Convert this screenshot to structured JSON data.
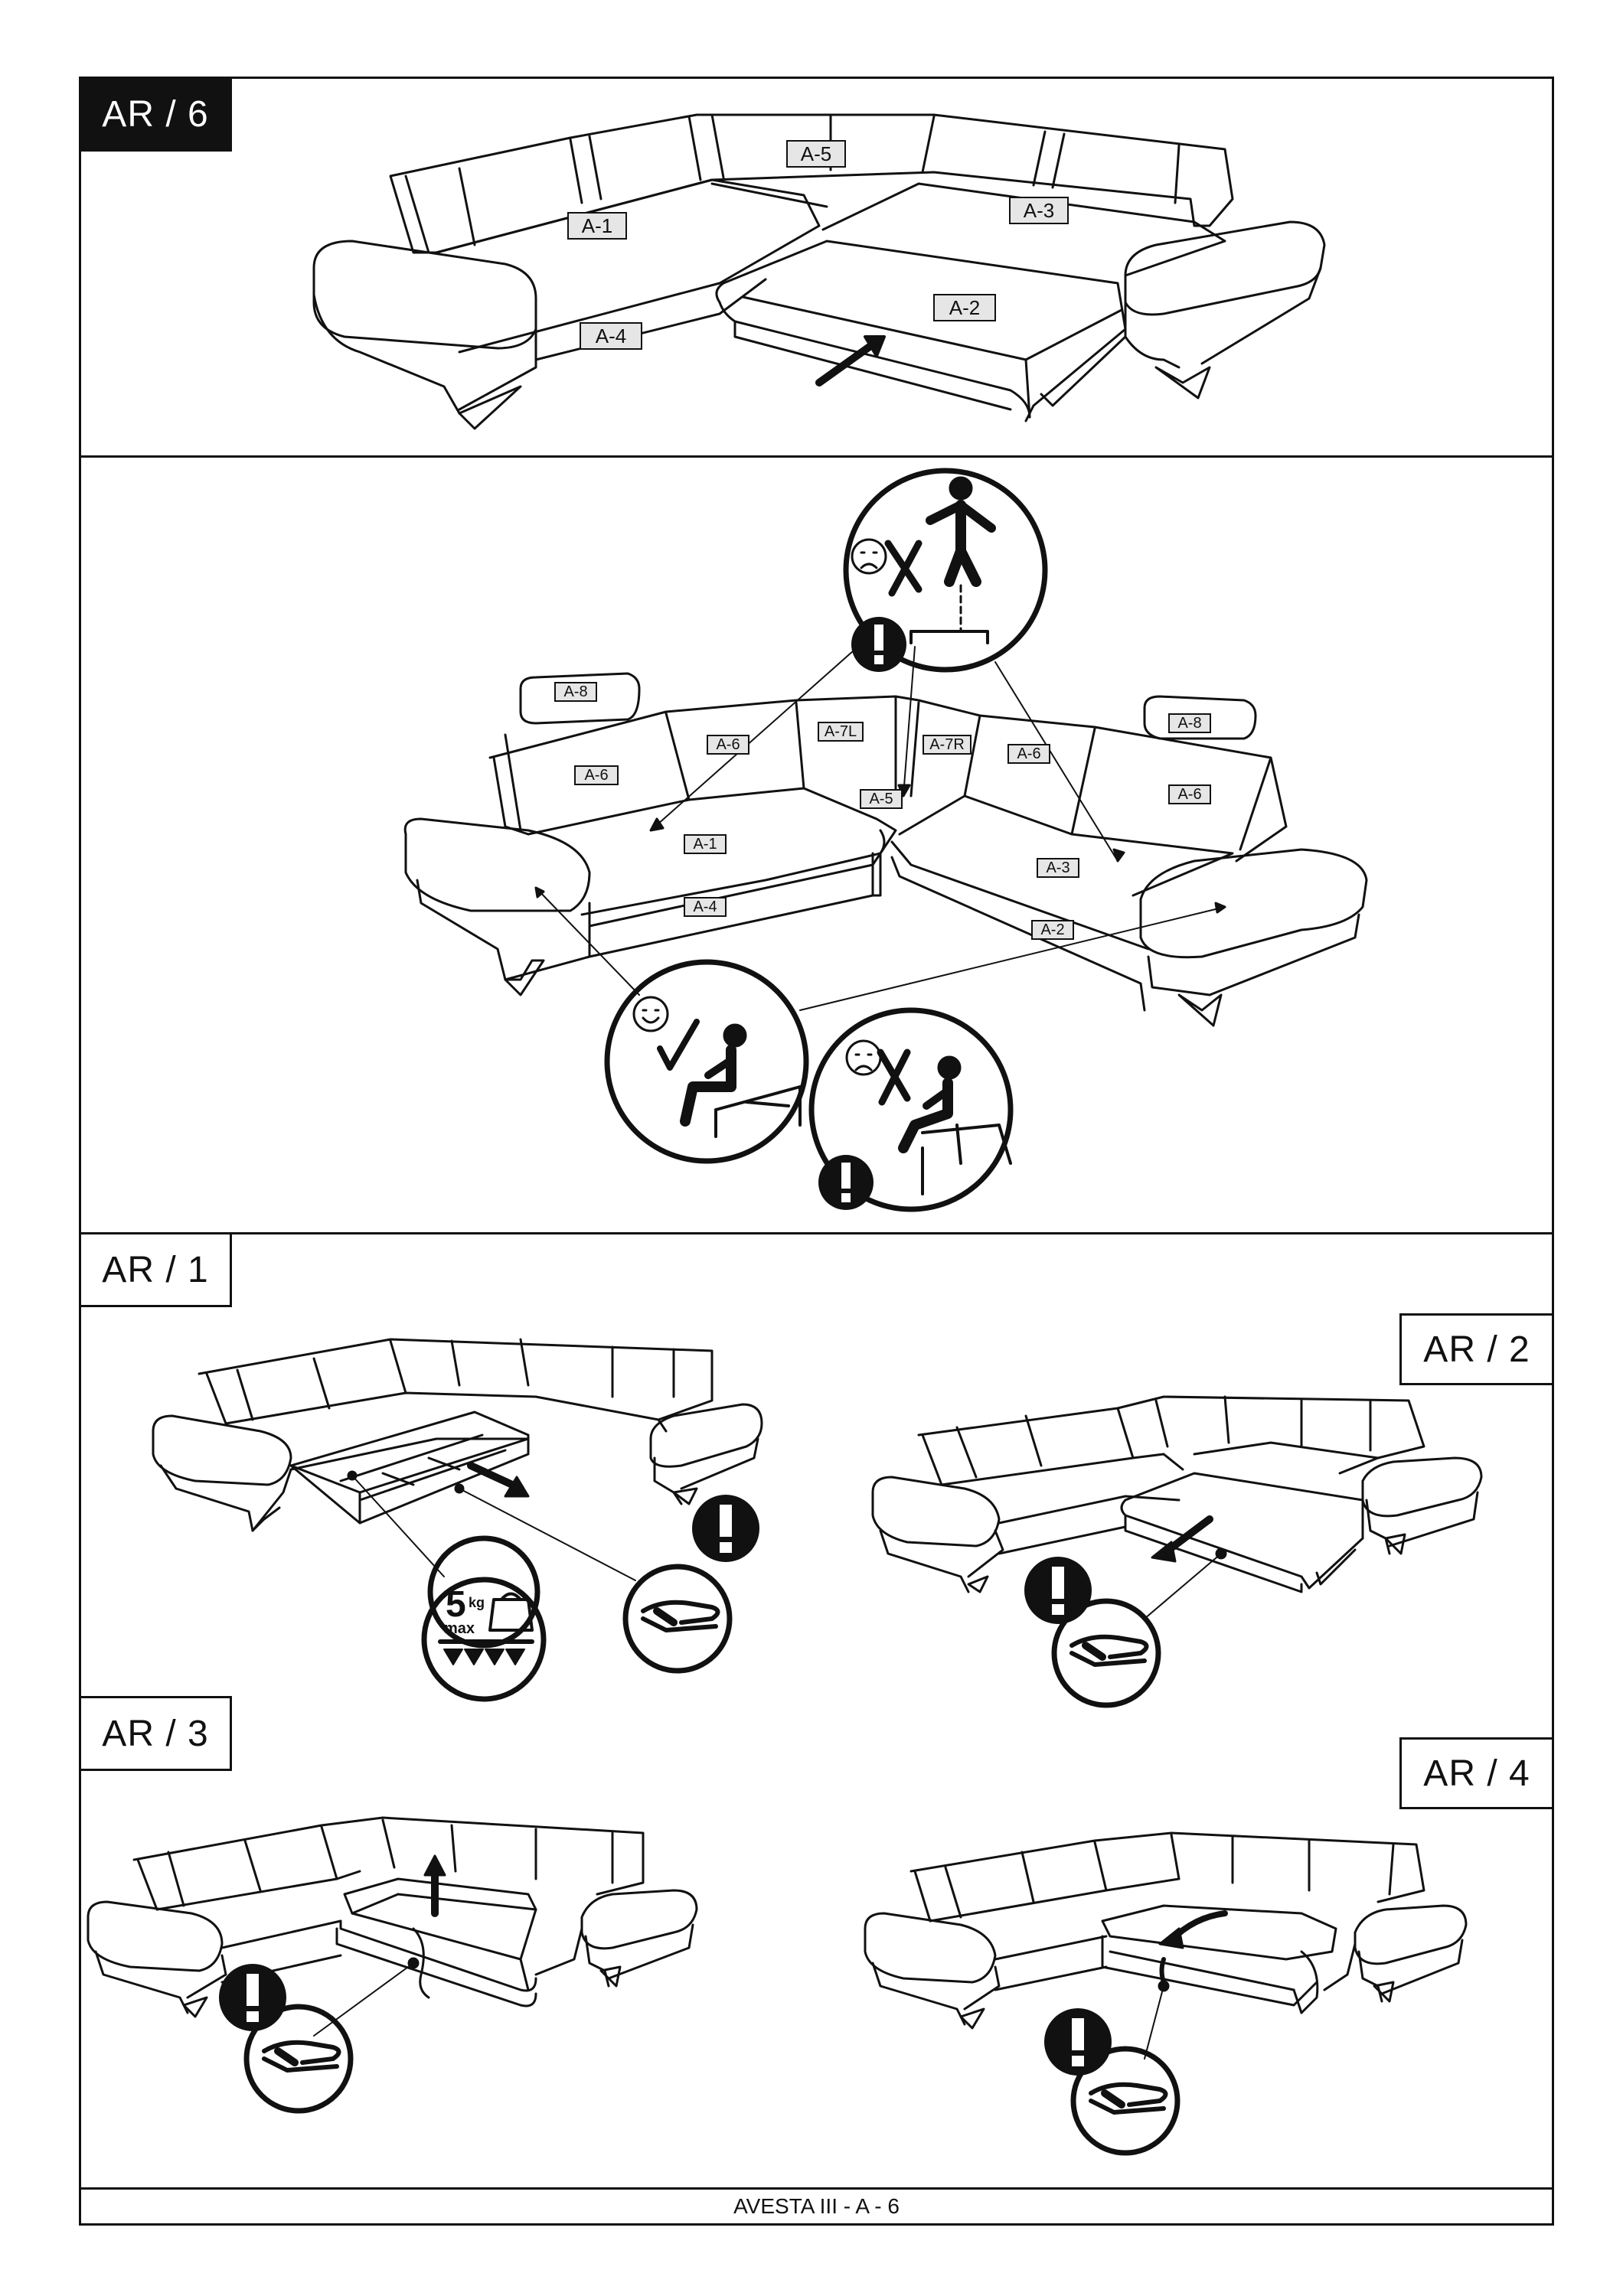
{
  "steps": {
    "ar6": "AR / 6",
    "ar1": "AR / 1",
    "ar2": "AR / 2",
    "ar3": "AR / 3",
    "ar4": "AR / 4"
  },
  "top_labels": [
    "A-5",
    "A-1",
    "A-3",
    "A-2",
    "A-4"
  ],
  "mid_labels": [
    "A-8",
    "A-6",
    "A-7L",
    "A-7R",
    "A-6",
    "A-8",
    "A-6",
    "A-6",
    "A-5",
    "A-1",
    "A-3",
    "A-4",
    "A-2"
  ],
  "weight": {
    "value": "5",
    "unit": "kg",
    "note": "max"
  },
  "footer": "AVESTA III - A - 6",
  "colors": {
    "ink": "#111111",
    "label_fill": "#e6e6e6",
    "paper": "#ffffff"
  },
  "icons": [
    "warning-exclamation-icon",
    "sad-face-icon",
    "happy-face-icon",
    "cross-icon",
    "check-icon",
    "hand-icon",
    "weight-icon"
  ]
}
